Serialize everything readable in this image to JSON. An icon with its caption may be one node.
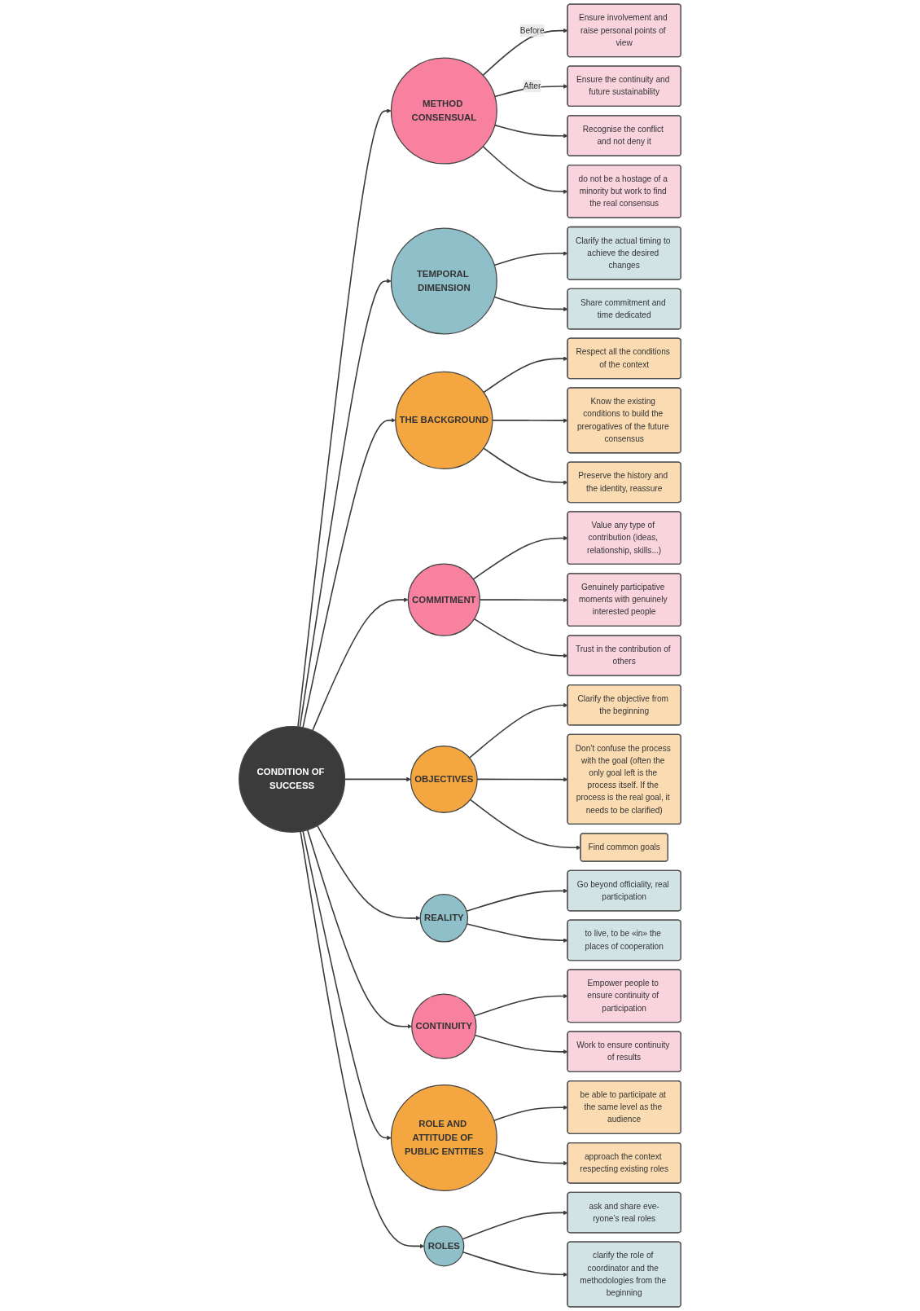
{
  "diagram": {
    "nodes": [
      {
        "text": [
          "Ensure the continuity and future sustainability"
        ]
      },
      {
        "text": [
          "Clarify the actual timing to achieve the desired changes"
        ]
      },
      {
        "text": [
          "Ensure involvement and raise personal points of view"
        ]
      },
      {
        "text": [
          "Share commitment and time dedicated"
        ]
      },
      {
        "text": [
          "do not be a hostage of a minority but work to find the real consensus"
        ]
      },
      {
        "text": [
          "Recognise the conflict and not deny it"
        ]
      },
      {
        "text": [
          "TEMPORAL DIMENSION"
        ]
      },
      {
        "text": [
          "Know the existing conditions to build the prerogatives of the future consensus"
        ]
      },
      {
        "text": [
          "Respect all the conditions of the context"
        ]
      },
      {
        "text": [
          "METHOD CONSENSUAL"
        ]
      },
      {
        "text": [
          "ask and share eve-ryone’s real roles"
        ]
      },
      {
        "text": [
          "clarify the role of coordinator and the methodologies from the beginning"
        ]
      },
      {
        "text": [
          "Preserve the history and the identity, reassure"
        ]
      },
      {
        "text": [
          "THE BACKGROUND"
        ]
      },
      {
        "text": [
          "ROLES"
        ]
      },
      {
        "text": [
          "be able to participate at the same level as the audience"
        ]
      },
      {
        "text": [
          "Value any type of contribution (ideas, relationship, skills...)"
        ]
      },
      {
        "text": [
          "CONDITION OF SUCCESS"
        ]
      },
      {
        "text": [
          "ROLE AND ATTITUDE OF PUBLIC ENTITIES"
        ]
      },
      {
        "text": [
          "Genuinely participative moments with genuinely interested people"
        ]
      },
      {
        "text": [
          "COMMITMENT"
        ]
      },
      {
        "text": [
          "approach the context respecting existing roles"
        ]
      },
      {
        "text": [
          "CONTINUITY"
        ]
      },
      {
        "text": [
          "OBJECTIVES"
        ]
      },
      {
        "text": [
          "Trust in the contribution of others"
        ]
      },
      {
        "text": [
          "REALITY"
        ]
      },
      {
        "text": [
          "Empower people to ensure continuity of participation"
        ]
      },
      {
        "text": [
          "Clarify the objective from the beginning"
        ]
      },
      {
        "text": [
          "Work to ensure continuity of results"
        ]
      },
      {
        "text": [
          "Find common goals"
        ]
      },
      {
        "text": [
          "Don’t confuse the process with the goal (often the only goal left is the process itself. If the process is the real goal, it needs to be clarified)"
        ]
      },
      {
        "text": [
          "Go beyond officiality, real participation"
        ]
      },
      {
        "text": [
          "to live, to be «in» the places of cooperation"
        ]
      }
    ],
    "edges": [
      {
        "from": 17,
        "to": 9,
        "arrow": "to"
      },
      {
        "from": 17,
        "to": 6,
        "arrow": "to"
      },
      {
        "from": 17,
        "to": 13,
        "arrow": "to"
      },
      {
        "from": 17,
        "to": 20,
        "arrow": "to"
      },
      {
        "from": 17,
        "to": 23,
        "arrow": "to"
      },
      {
        "from": 17,
        "to": 25,
        "arrow": "to"
      },
      {
        "from": 17,
        "to": 22,
        "arrow": "to"
      },
      {
        "from": 17,
        "to": 18,
        "arrow": "to"
      },
      {
        "from": 17,
        "to": 14,
        "arrow": "to"
      },
      {
        "from": 9,
        "to": 2,
        "arrow": "to",
        "label": "Before"
      },
      {
        "from": 9,
        "to": 0,
        "arrow": "to",
        "label": "After"
      },
      {
        "from": 9,
        "to": 5,
        "arrow": "to"
      },
      {
        "from": 9,
        "to": 4,
        "arrow": "to"
      },
      {
        "from": 6,
        "to": 1,
        "arrow": "to"
      },
      {
        "from": 6,
        "to": 3,
        "arrow": "to"
      },
      {
        "from": 13,
        "to": 8,
        "arrow": "to"
      },
      {
        "from": 13,
        "to": 7,
        "arrow": "to"
      },
      {
        "from": 13,
        "to": 12,
        "arrow": "to"
      },
      {
        "from": 20,
        "to": 16,
        "arrow": "to"
      },
      {
        "from": 20,
        "to": 19,
        "arrow": "to"
      },
      {
        "from": 20,
        "to": 24,
        "arrow": "to"
      },
      {
        "from": 23,
        "to": 27,
        "arrow": "to"
      },
      {
        "from": 23,
        "to": 30,
        "arrow": "to"
      },
      {
        "from": 23,
        "to": 29,
        "arrow": "to"
      },
      {
        "from": 25,
        "to": 31,
        "arrow": "to"
      },
      {
        "from": 25,
        "to": 32,
        "arrow": "to"
      },
      {
        "from": 22,
        "to": 26,
        "arrow": "to"
      },
      {
        "from": 22,
        "to": 28,
        "arrow": "to"
      },
      {
        "from": 18,
        "to": 15,
        "arrow": "to"
      },
      {
        "from": 18,
        "to": 21,
        "arrow": "to"
      },
      {
        "from": 14,
        "to": 10,
        "arrow": "to"
      },
      {
        "from": 14,
        "to": 11,
        "arrow": "to"
      }
    ]
  }
}
